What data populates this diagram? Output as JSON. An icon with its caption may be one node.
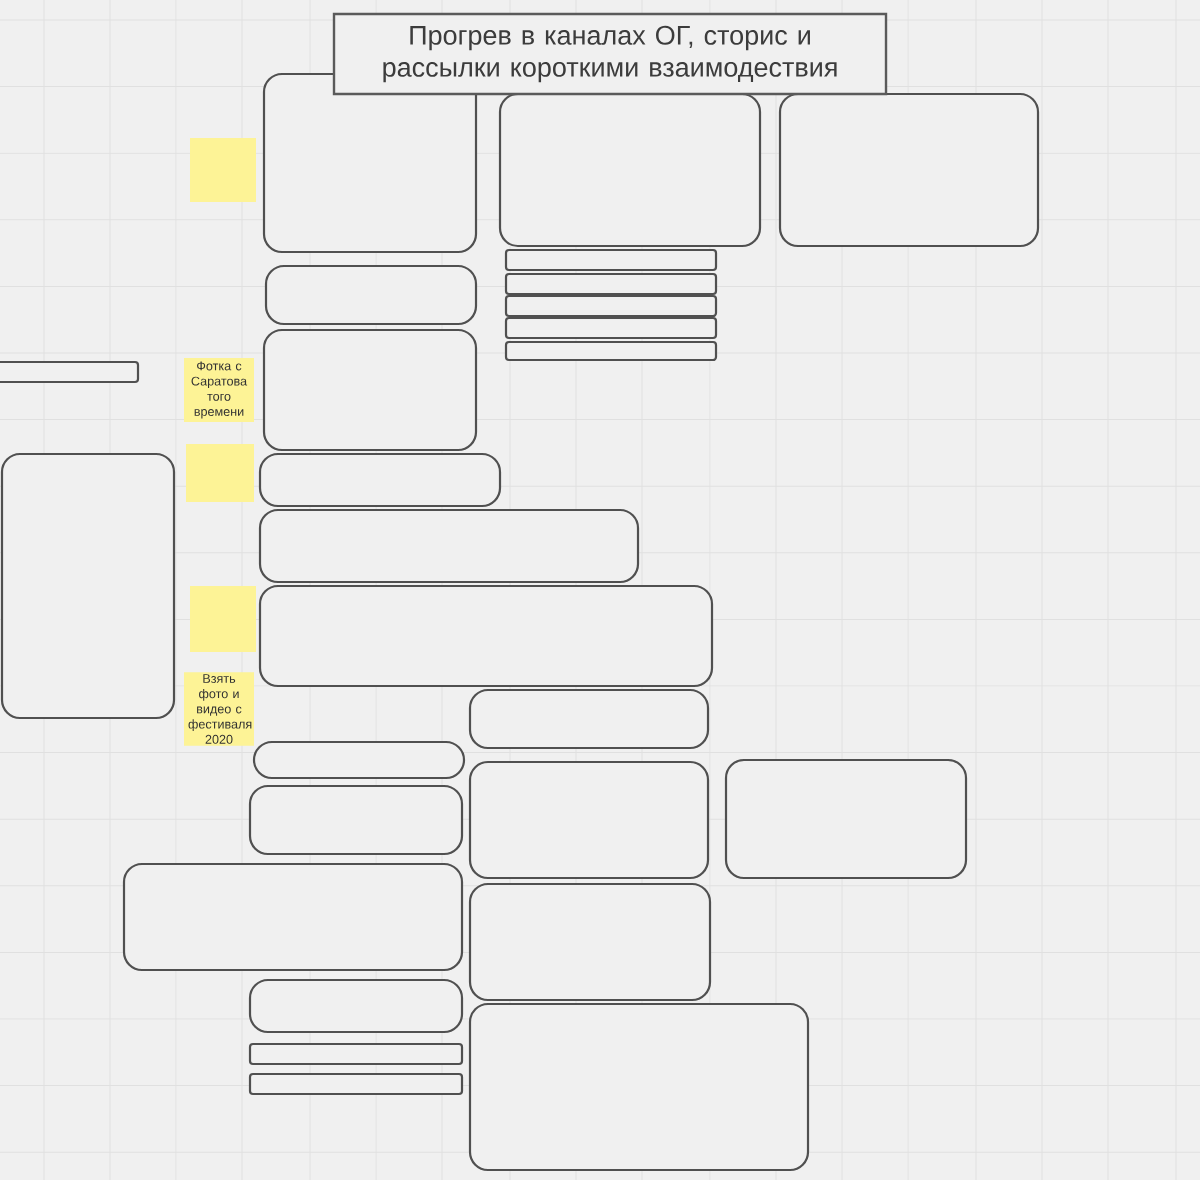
{
  "diagram": {
    "title": "Прогрев в каналах ОГ, сторис и рассылки короткими взаимодествия",
    "nodes": [
      {
        "text": [],
        "shape": "box"
      },
      {
        "text": [],
        "shape": "box"
      },
      {
        "text": [],
        "shape": "box"
      },
      {
        "text": [],
        "shape": "box"
      },
      {
        "text": [],
        "shape": "box"
      },
      {
        "text": [],
        "shape": "box"
      },
      {
        "text": [],
        "shape": "box"
      },
      {
        "text": [],
        "shape": "box"
      },
      {
        "text": [],
        "shape": "box"
      },
      {
        "text": [],
        "shape": "box"
      },
      {
        "text": [],
        "shape": "box"
      },
      {
        "text": [
          "Фотка с Саратова того времени"
        ]
      },
      {
        "text": [],
        "shape": "box"
      },
      {
        "text": [],
        "shape": "box"
      },
      {
        "text": [],
        "shape": "box"
      },
      {
        "text": [],
        "shape": "box"
      },
      {
        "text": [],
        "shape": "box"
      },
      {
        "text": [],
        "shape": "box"
      },
      {
        "text": [],
        "shape": "box"
      },
      {
        "text": [
          "Взять фото и видео с фестиваля 2020"
        ]
      },
      {
        "text": [],
        "shape": "box"
      },
      {
        "text": [],
        "shape": "box"
      },
      {
        "text": [],
        "shape": "box"
      },
      {
        "text": [],
        "shape": "box"
      },
      {
        "text": [],
        "shape": "box"
      },
      {
        "text": [],
        "shape": "box"
      },
      {
        "text": [],
        "shape": "box"
      },
      {
        "text": [],
        "shape": "box"
      },
      {
        "text": [],
        "shape": "box"
      },
      {
        "text": [],
        "shape": "box"
      },
      {
        "text": [],
        "shape": "box"
      }
    ]
  }
}
